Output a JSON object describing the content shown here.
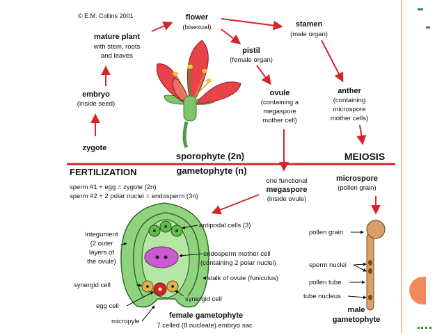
{
  "copyright": "© E.M. Collins 2001",
  "labels": {
    "flower": "flower",
    "flower_sub": "(bisexual)",
    "stamen": "stamen",
    "stamen_sub": "(male organ)",
    "mature_plant": "mature plant",
    "mature_plant_sub1": "with stem, roots",
    "mature_plant_sub2": "and leaves",
    "pistil": "pistil",
    "pistil_sub": "(female organ)",
    "embryo": "embryo",
    "embryo_sub": "(inside seed)",
    "ovule": "ovule",
    "ovule_sub1": "(containing a",
    "ovule_sub2": "megaspore",
    "ovule_sub3": "mother cell)",
    "anther": "anther",
    "anther_sub1": "(containing",
    "anther_sub2": "microspore",
    "anther_sub3": "mother cells)",
    "zygote": "zygote",
    "sporophyte": "sporophyte (2n)",
    "meiosis": "MEIOSIS",
    "fertilization": "FERTILIZATION",
    "gametophyte": "gametophyte (n)",
    "one_functional": "one functional",
    "megaspore": "megaspore",
    "megaspore_sub": "(inside ovule)",
    "microspore": "microspore",
    "microspore_sub": "(pollen grain)",
    "sperm1": "sperm #1 + egg = zygote (2n)",
    "sperm2": "sperm #2 + 2 polar nuclei = endosperm (3n)",
    "antipodal": "antipodal cells (3)",
    "integument1": "integument",
    "integument2": "(2 outer",
    "integument3": "layers of",
    "integument4": "the ovule)",
    "endosperm1": "endosperm mother cell",
    "endosperm2": "(containing 2 polar nuclei)",
    "stalk": "stalk of ovule (funiculus)",
    "synergid_left": "synergid cell",
    "synergid_right": "synergid cell",
    "egg_cell": "egg cell",
    "micropyle": "micropyle",
    "female1": "female gametophyte",
    "female2": "7 celled (8 nucleate) embryo sac",
    "pollen_grain": "pollen grain",
    "sperm_nuclei": "sperm nuclei",
    "pollen_tube": "pollen tube",
    "tube_nucleus": "tube nucleus",
    "male1": "male",
    "male2": "gametophyte"
  },
  "colors": {
    "arrow": "#d6242b",
    "petal": "#e8434b",
    "ovule_green": "#8fd37e",
    "pollen": "#d9a06a",
    "endosperm": "#c85bd0",
    "egg": "#d8202a",
    "synergid": "#e0b34a",
    "accent": "#f08a5d"
  }
}
